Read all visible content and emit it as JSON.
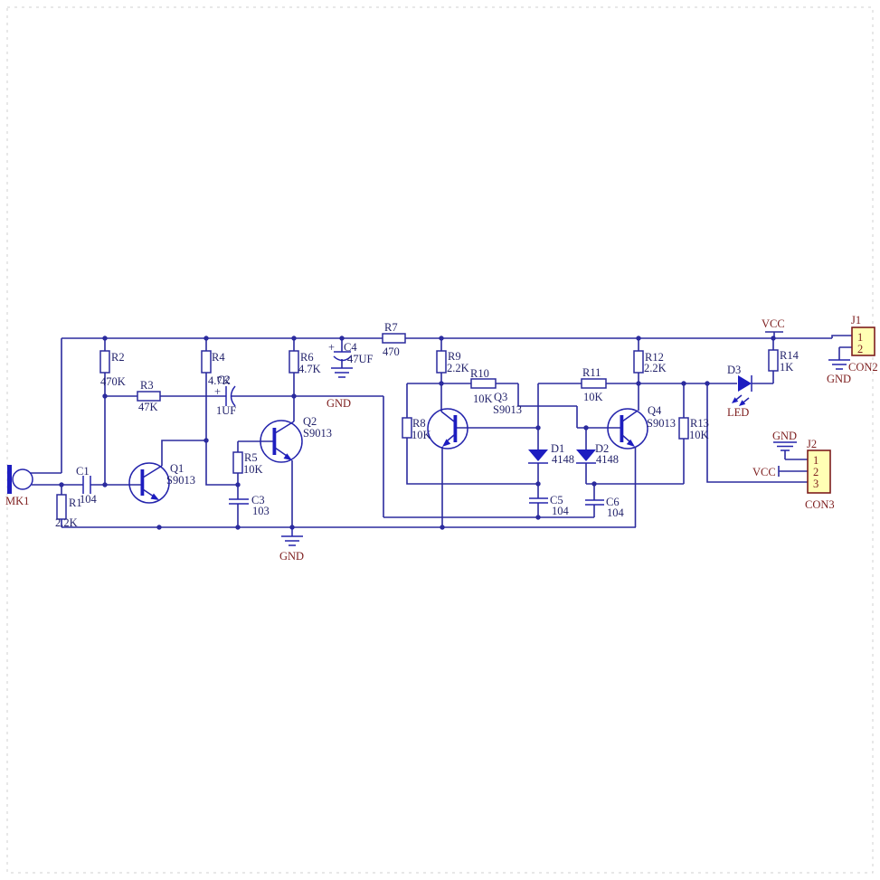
{
  "schematic": {
    "power": {
      "vcc": "VCC",
      "gnd": "GND"
    },
    "microphone": {
      "ref": "MK1"
    },
    "resistors": {
      "r1": {
        "ref": "R1",
        "value": "2.2K"
      },
      "r2": {
        "ref": "R2",
        "value": "470K"
      },
      "r3": {
        "ref": "R3",
        "value": "47K"
      },
      "r4": {
        "ref": "R4",
        "value": "4.7K"
      },
      "r5": {
        "ref": "R5",
        "value": "10K"
      },
      "r6": {
        "ref": "R6",
        "value": "4.7K"
      },
      "r7": {
        "ref": "R7",
        "value": "470"
      },
      "r8": {
        "ref": "R8",
        "value": "10K"
      },
      "r9": {
        "ref": "R9",
        "value": "2.2K"
      },
      "r10": {
        "ref": "R10",
        "value": "10K"
      },
      "r11": {
        "ref": "R11",
        "value": "10K"
      },
      "r12": {
        "ref": "R12",
        "value": "2.2K"
      },
      "r13": {
        "ref": "R13",
        "value": "10K"
      },
      "r14": {
        "ref": "R14",
        "value": "1K"
      }
    },
    "capacitors": {
      "c1": {
        "ref": "C1",
        "value": "104",
        "polarity": ""
      },
      "c2": {
        "ref": "C2",
        "value": "1UF",
        "polarity": "+"
      },
      "c3": {
        "ref": "C3",
        "value": "103",
        "polarity": ""
      },
      "c4": {
        "ref": "C4",
        "value": "47UF",
        "polarity": "+"
      },
      "c5": {
        "ref": "C5",
        "value": "104",
        "polarity": ""
      },
      "c6": {
        "ref": "C6",
        "value": "104",
        "polarity": ""
      }
    },
    "transistors": {
      "q1": {
        "ref": "Q1",
        "value": "S9013"
      },
      "q2": {
        "ref": "Q2",
        "value": "S9013"
      },
      "q3": {
        "ref": "Q3",
        "value": "S9013"
      },
      "q4": {
        "ref": "Q4",
        "value": "S9013"
      }
    },
    "diodes": {
      "d1": {
        "ref": "D1",
        "value": "4148"
      },
      "d2": {
        "ref": "D2",
        "value": "4148"
      },
      "d3": {
        "ref": "D3",
        "value": "LED"
      }
    },
    "connectors": {
      "j1": {
        "ref": "J1",
        "name": "CON2",
        "pins": [
          "1",
          "2"
        ]
      },
      "j2": {
        "ref": "J2",
        "name": "CON3",
        "pins": [
          "1",
          "2",
          "3"
        ]
      }
    }
  },
  "colors": {
    "wire": "#2b2b9e",
    "symbol_fill": "#1d1dc0",
    "component_label": "#23236b",
    "power_label": "#7d1d1d",
    "connector_fill": "#ffffb4",
    "connector_border": "#7d1d1d",
    "background": "#ffffff"
  }
}
